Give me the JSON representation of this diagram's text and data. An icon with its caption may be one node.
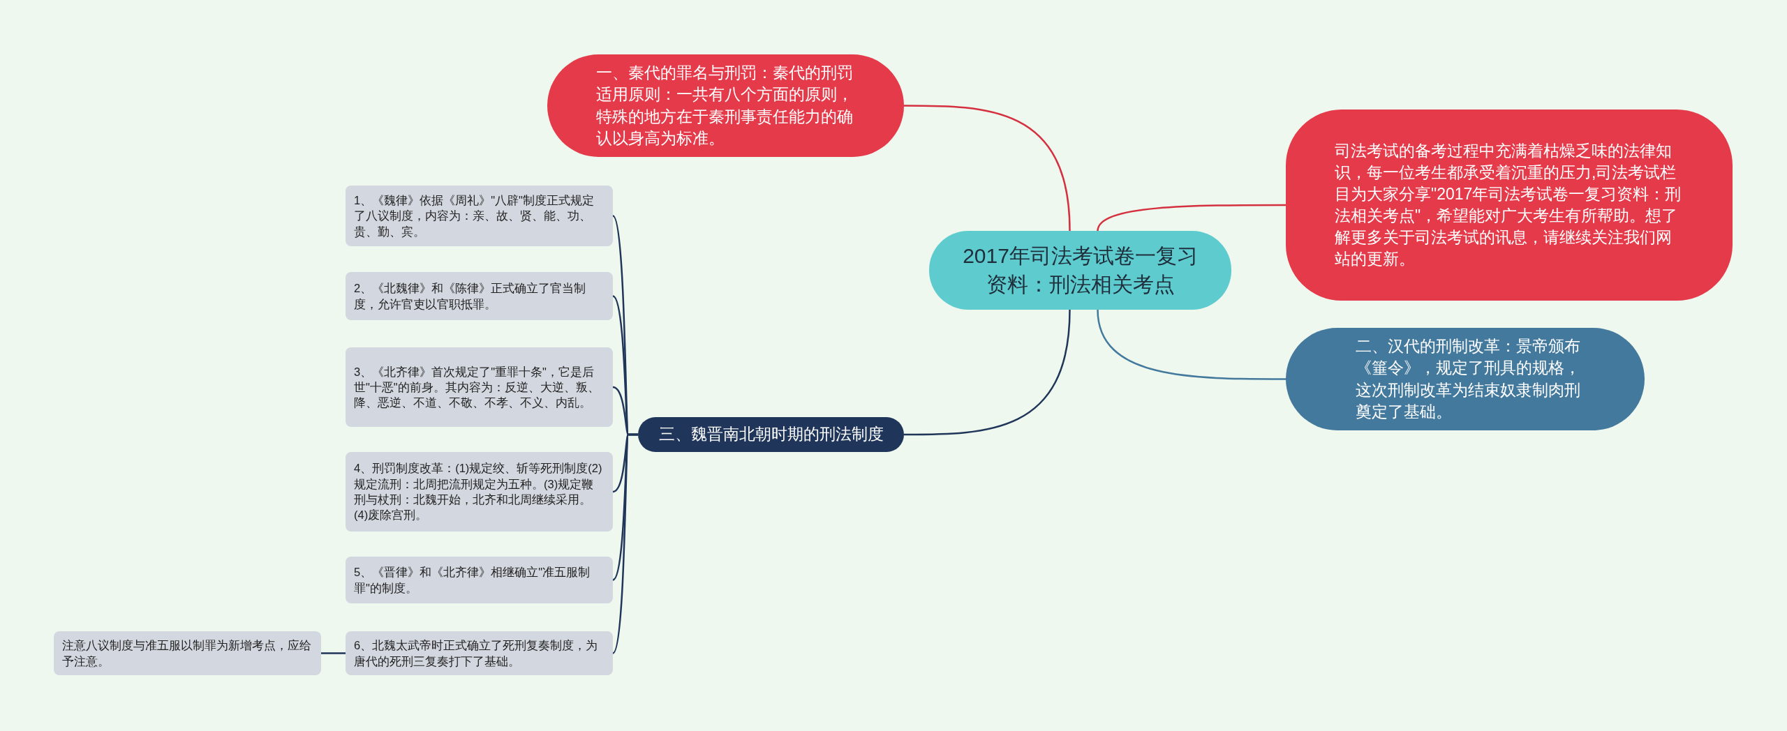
{
  "diagram": {
    "nodes": [
      {
        "text": [
          "2017年司法考试卷一复习资料：刑法相关考点"
        ]
      },
      {
        "text": [
          "一、秦代的罪名与刑罚：秦代的刑罚适用原则：一共有八个方面的原则，特殊的地方在于秦刑事责任能力的确认以身高为标准。"
        ]
      },
      {
        "text": [
          "司法考试的备考过程中充满着枯燥乏味的法律知识，每一位考生都承受着沉重的压力,司法考试栏目为大家分享\"2017年司法考试卷一复习资料：刑法相关考点\"，希望能对广大考生有所帮助。想了解更多关于司法考试的讯息，请继续关注我们网站的更新。"
        ]
      },
      {
        "text": [
          "二、汉代的刑制改革：景帝颁布《箠令》，规定了刑具的规格，这次刑制改革为结束奴隶制肉刑奠定了基础。"
        ]
      },
      {
        "text": [
          "三、魏晋南北朝时期的刑法制度"
        ]
      },
      {
        "text": [
          "1、《魏律》依据《周礼》\"八辟\"制度正式规定了八议制度，内容为：亲、故、贤、能、功、贵、勤、宾。"
        ]
      },
      {
        "text": [
          "2、《北魏律》和《陈律》正式确立了官当制度，允许官吏以官职抵罪。"
        ]
      },
      {
        "text": [
          "3、《北齐律》首次规定了\"重罪十条\"，它是后世\"十恶\"的前身。其内容为：反逆、大逆、叛、降、恶逆、不道、不敬、不孝、不义、内乱。"
        ]
      },
      {
        "text": [
          "4、刑罚制度改革：(1)规定绞、斩等死刑制度(2)规定流刑：北周把流刑规定为五种。(3)规定鞭刑与杖刑：北魏开始，北齐和北周继续采用。(4)废除宫刑。"
        ]
      },
      {
        "text": [
          "5、《晋律》和《北齐律》相继确立\"准五服制罪\"的制度。"
        ]
      },
      {
        "text": [
          "6、北魏太武帝时正式确立了死刑复奏制度，为唐代的死刑三复奏打下了基础。"
        ]
      },
      {
        "text": [
          "注意八议制度与准五服以制罪为新增考点，应给予注意。"
        ]
      }
    ],
    "edges": [
      {
        "from": 0,
        "to": 1,
        "arrow": "none",
        "color": "#d4303f"
      },
      {
        "from": 0,
        "to": 2,
        "arrow": "none",
        "color": "#d4303f"
      },
      {
        "from": 0,
        "to": 3,
        "arrow": "none",
        "color": "#44799e"
      },
      {
        "from": 0,
        "to": 4,
        "arrow": "none"
      },
      {
        "from": 4,
        "to": 5,
        "arrow": "none"
      },
      {
        "from": 4,
        "to": 6,
        "arrow": "none"
      },
      {
        "from": 4,
        "to": 7,
        "arrow": "none"
      },
      {
        "from": 4,
        "to": 8,
        "arrow": "none"
      },
      {
        "from": 4,
        "to": 9,
        "arrow": "none"
      },
      {
        "from": 4,
        "to": 10,
        "arrow": "none"
      },
      {
        "from": 10,
        "to": 11,
        "arrow": "none"
      }
    ]
  }
}
